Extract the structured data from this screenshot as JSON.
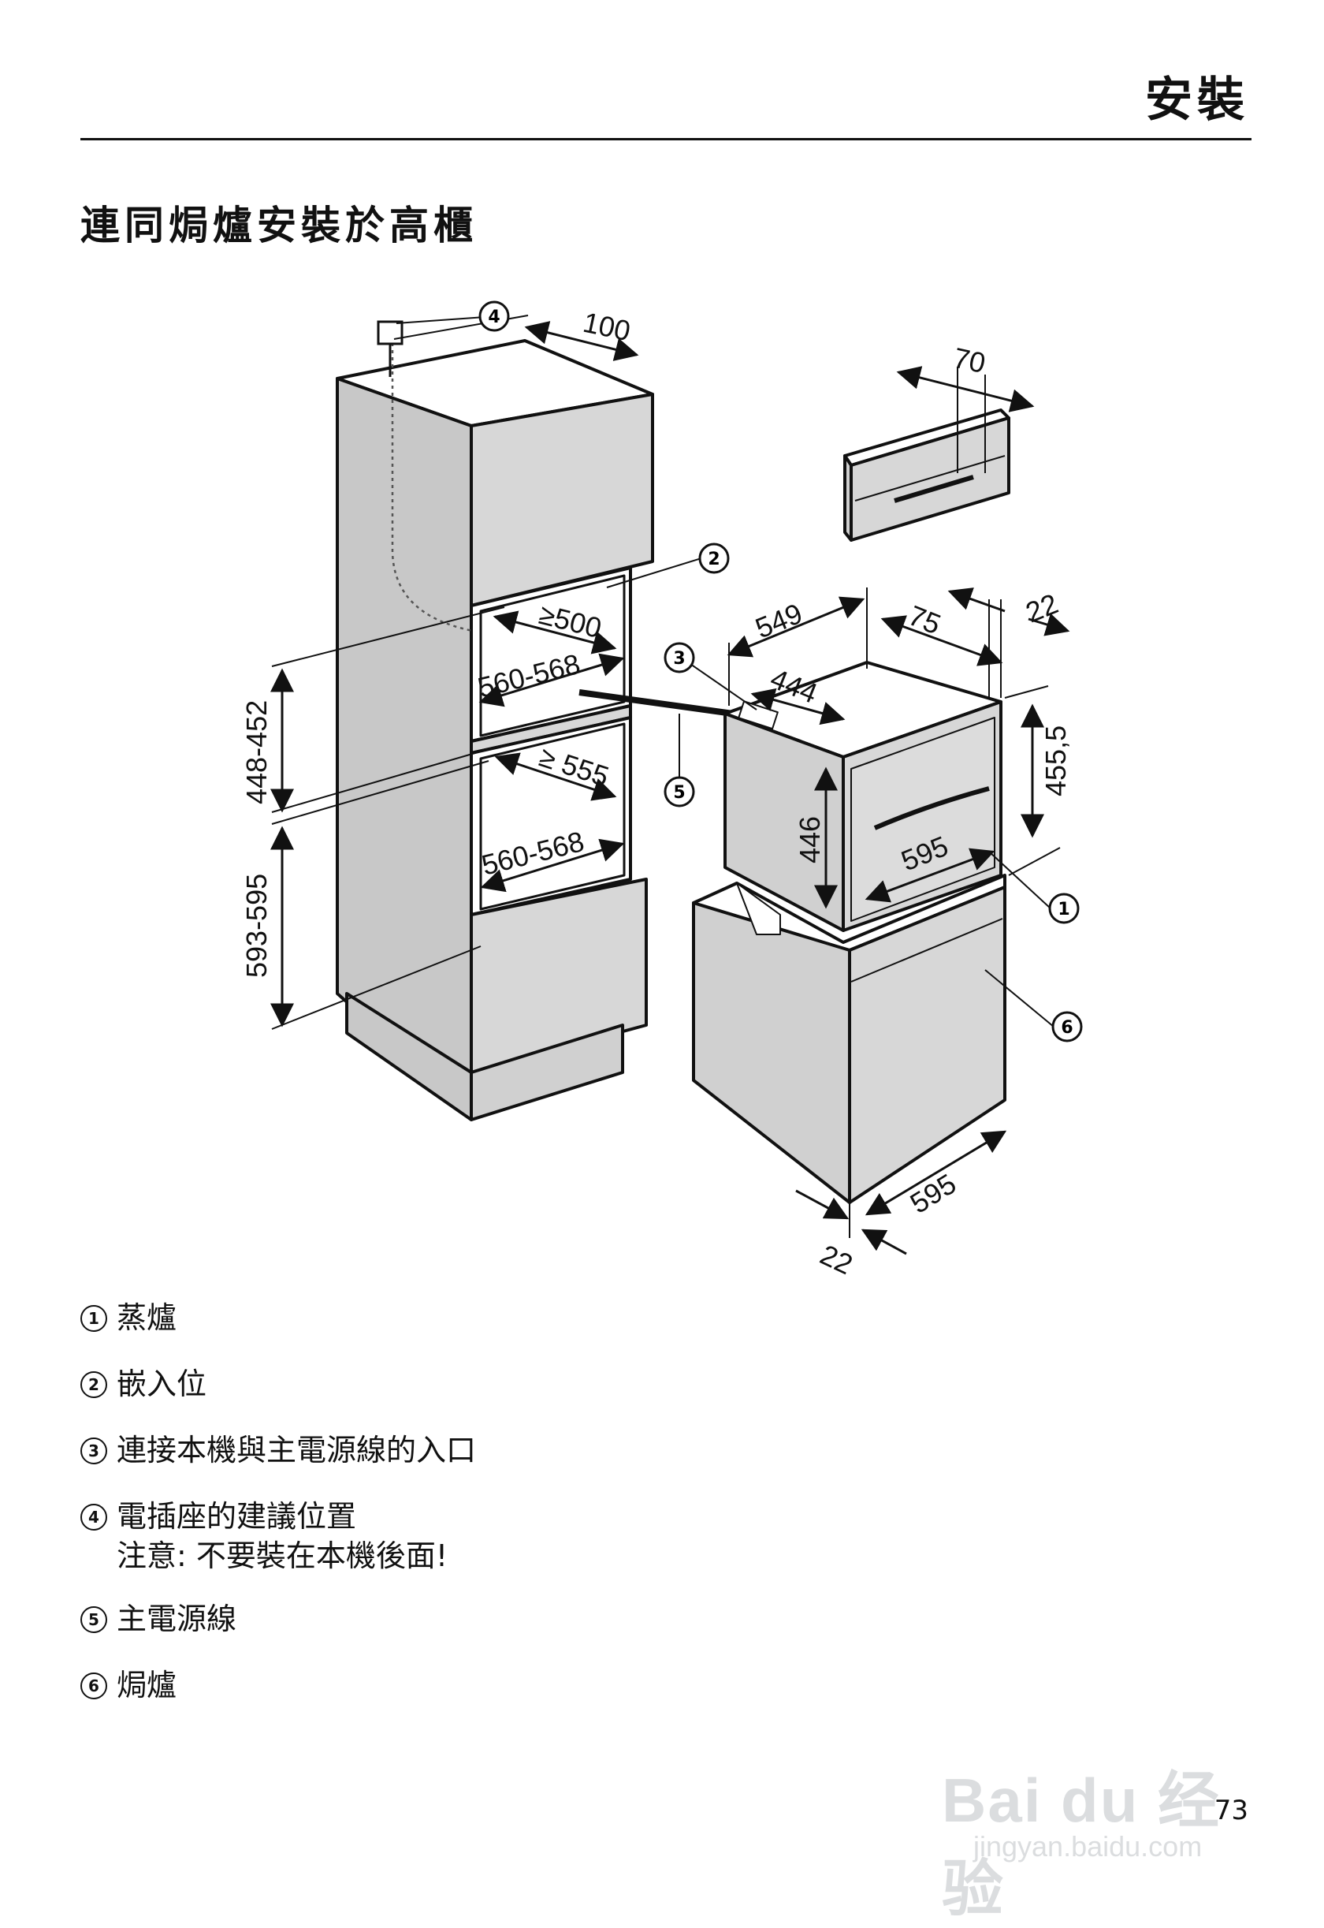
{
  "header": {
    "title": "安裝"
  },
  "section": {
    "title": "連同焗爐安裝於高櫃"
  },
  "diagram": {
    "dimension_labels": {
      "d100": "100",
      "d70": "70",
      "d549": "549",
      "d75": "75",
      "d22_top": "22",
      "d444": "444",
      "d455_5": "455,5",
      "d446": "446",
      "d595_front": "595",
      "d595_bottom": "595",
      "d22_bottom": "22",
      "d500": "≥500",
      "d560_568_upper": "560-568",
      "d555": "≥ 555",
      "d560_568_lower": "560-568",
      "d448_452": "448-452",
      "d593_595": "593-595"
    },
    "callouts": [
      "1",
      "2",
      "3",
      "4",
      "5",
      "6"
    ]
  },
  "legend": [
    {
      "num": "1",
      "text": "蒸爐"
    },
    {
      "num": "2",
      "text": "嵌入位"
    },
    {
      "num": "3",
      "text": "連接本機與主電源線的入口"
    },
    {
      "num": "4",
      "text": "電插座的建議位置",
      "note": "注意: 不要裝在本機後面!"
    },
    {
      "num": "5",
      "text": "主電源線"
    },
    {
      "num": "6",
      "text": "焗爐"
    }
  ],
  "watermark": {
    "brand": "Bai du 经验",
    "url": "jingyan.baidu.com"
  },
  "page_number": "73"
}
